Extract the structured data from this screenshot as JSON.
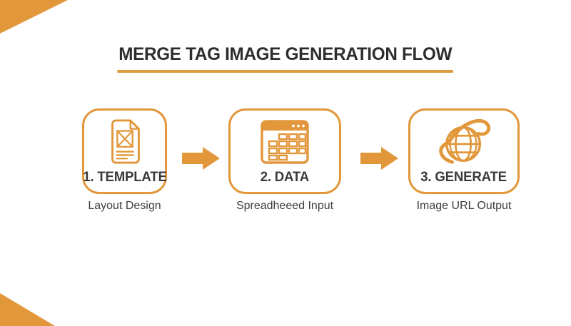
{
  "title": "MERGE TAG IMAGE GENERATION FLOW",
  "flow": {
    "steps": [
      {
        "label": "1. TEMPLATE",
        "caption": "Layout Design",
        "icon": "document-wireframe-icon"
      },
      {
        "label": "2. DATA",
        "caption": "Spreadheeed Input",
        "icon": "spreadsheet-icon"
      },
      {
        "label": "3. GENERATE",
        "caption": "Image URL Output",
        "icon": "globe-network-icon"
      }
    ],
    "connector": "right-block-arrow"
  },
  "colors": {
    "accent": "#E2973B",
    "title_underline": "#DA9C3C",
    "title_text": "#2D2D2D",
    "label_text": "#3A3A3A",
    "caption_text": "#3E3E3E"
  }
}
